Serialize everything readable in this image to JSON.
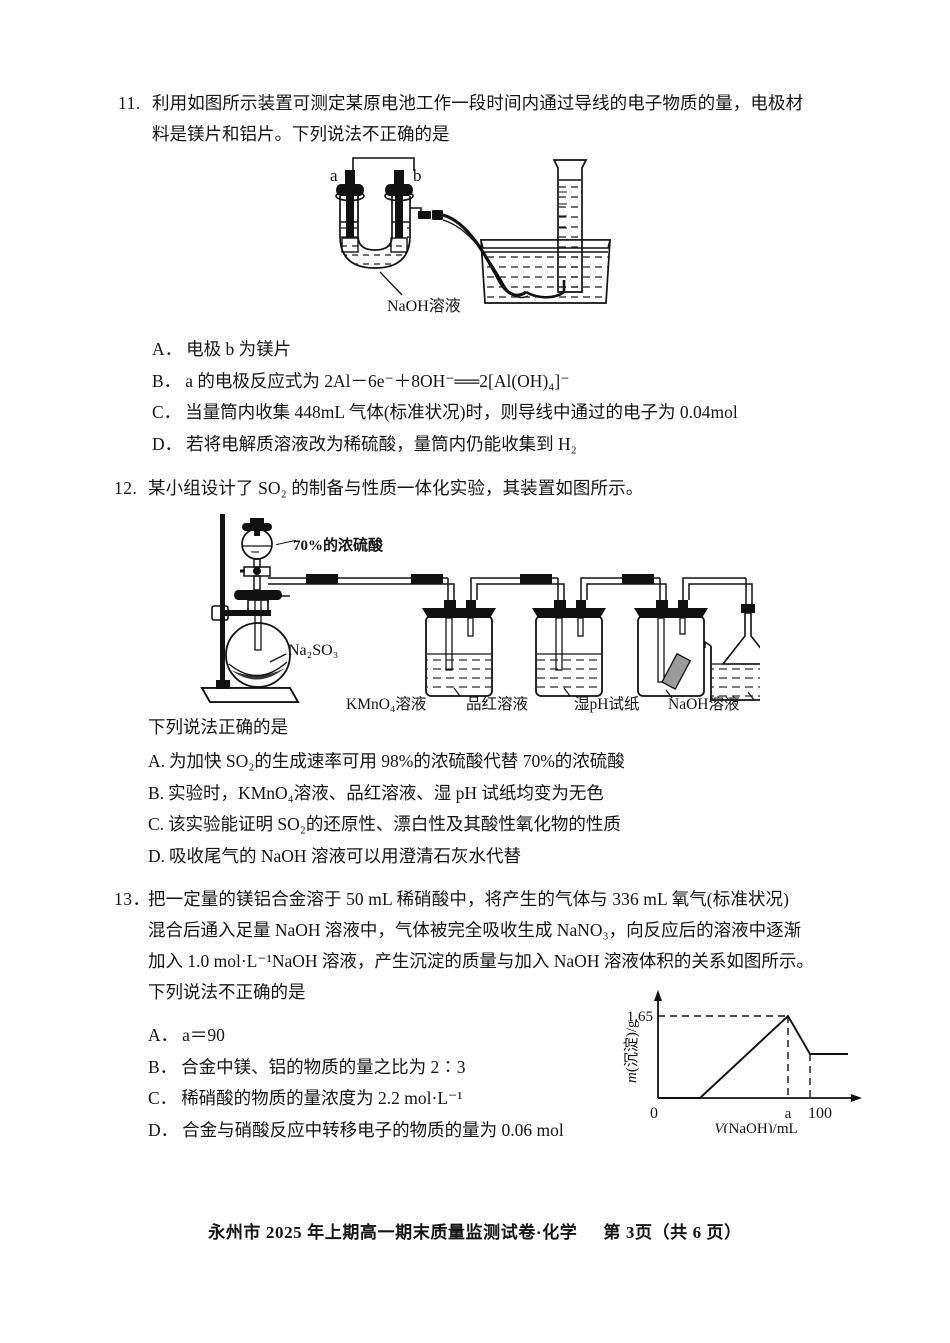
{
  "page": {
    "footer_school": "永州市 2025 年上期高一期末质量监测试卷·化学",
    "footer_page": "第 3页（共 6 页）"
  },
  "questions": [
    {
      "number": "11.",
      "stem_line1": "利用如图所示装置可测定某原电池工作一段时间内通过导线的电子物质的量，电极材",
      "stem_line2": "料是镁片和铝片。下列说法不正确的是",
      "options": [
        {
          "label": "A．",
          "text": "电极 b 为镁片"
        },
        {
          "label": "B．",
          "text": "a 的电极反应式为 2Al－6e⁻＋8OH⁻══2[Al(OH)₄]⁻"
        },
        {
          "label": "C．",
          "text": "当量筒内收集 448mL 气体(标准状况)时，则导线中通过的电子为 0.04mol"
        },
        {
          "label": "D．",
          "text": "若将电解质溶液改为稀硫酸，量筒内仍能收集到 H₂"
        }
      ],
      "figure": {
        "name": "galvanic-cell-apparatus",
        "electrode_a": "a",
        "electrode_b": "b",
        "solution_label": "NaOH溶液"
      }
    },
    {
      "number": "12.",
      "stem_line1": "某小组设计了 SO₂ 的制备与性质一体化实验，其装置如图所示。",
      "prompt": "下列说法正确的是",
      "options": [
        {
          "label": "A.",
          "text": "为加快 SO₂的生成速率可用 98%的浓硫酸代替 70%的浓硫酸"
        },
        {
          "label": "B.",
          "text": "实验时，KMnO₄溶液、品红溶液、湿 pH 试纸均变为无色"
        },
        {
          "label": "C.",
          "text": "该实验能证明 SO₂的还原性、漂白性及其酸性氧化物的性质"
        },
        {
          "label": "D.",
          "text": "吸收尾气的 NaOH 溶液可以用澄清石灰水代替"
        }
      ],
      "figure": {
        "name": "so2-preparation-apparatus",
        "funnel_label": "70%的浓硫酸",
        "flask_label": "Na₂SO₃",
        "bottle_labels": [
          "KMnO₄溶液",
          "品红溶液",
          "湿pH试纸",
          "NaOH溶液"
        ]
      }
    },
    {
      "number": "13．",
      "stem_line1": "把一定量的镁铝合金溶于 50 mL 稀硝酸中，将产生的气体与 336 mL 氧气(标准状况)",
      "stem_line2": "混合后通入足量 NaOH 溶液中，气体被完全吸收生成 NaNO₃，向反应后的溶液中逐渐",
      "stem_line3": "加入 1.0 mol·L⁻¹NaOH 溶液，产生沉淀的质量与加入 NaOH 溶液体积的关系如图所示。",
      "prompt": "下列说法不正确的是",
      "options": [
        {
          "label": "A．",
          "text": "a＝90"
        },
        {
          "label": "B．",
          "text": "合金中镁、铝的物质的量之比为 2∶3"
        },
        {
          "label": "C．",
          "text": "稀硝酸的物质的量浓度为 2.2  mol·L⁻¹"
        },
        {
          "label": "D．",
          "text": "合金与硝酸反应中转移电子的物质的量为 0.06 mol"
        }
      ]
    }
  ],
  "chart_data": {
    "type": "line",
    "title": "",
    "xlabel": "V(NaOH)/mL",
    "ylabel": "m(沉淀)/g",
    "x_tick_labels": [
      "0",
      "a",
      "100"
    ],
    "y_tick_labels": [
      "1.65"
    ],
    "peak_value": 1.65,
    "peak_x_label": "a",
    "plateau_x_label": "100",
    "grid": false,
    "legend": false,
    "series": [
      {
        "name": "precipitate-mass",
        "points": [
          {
            "x": 0,
            "y": 0
          },
          {
            "x": 18,
            "y": 0
          },
          {
            "x": 90,
            "y": 1.65
          },
          {
            "x": 100,
            "y": 0.87
          },
          {
            "x": 125,
            "y": 0.87
          }
        ]
      }
    ],
    "annotations": [
      {
        "type": "dashed-horizontal",
        "y": 1.65,
        "label": "1.65"
      },
      {
        "type": "dashed-vertical",
        "x_label": "a"
      },
      {
        "type": "dashed-vertical",
        "x_label": "100"
      }
    ]
  }
}
